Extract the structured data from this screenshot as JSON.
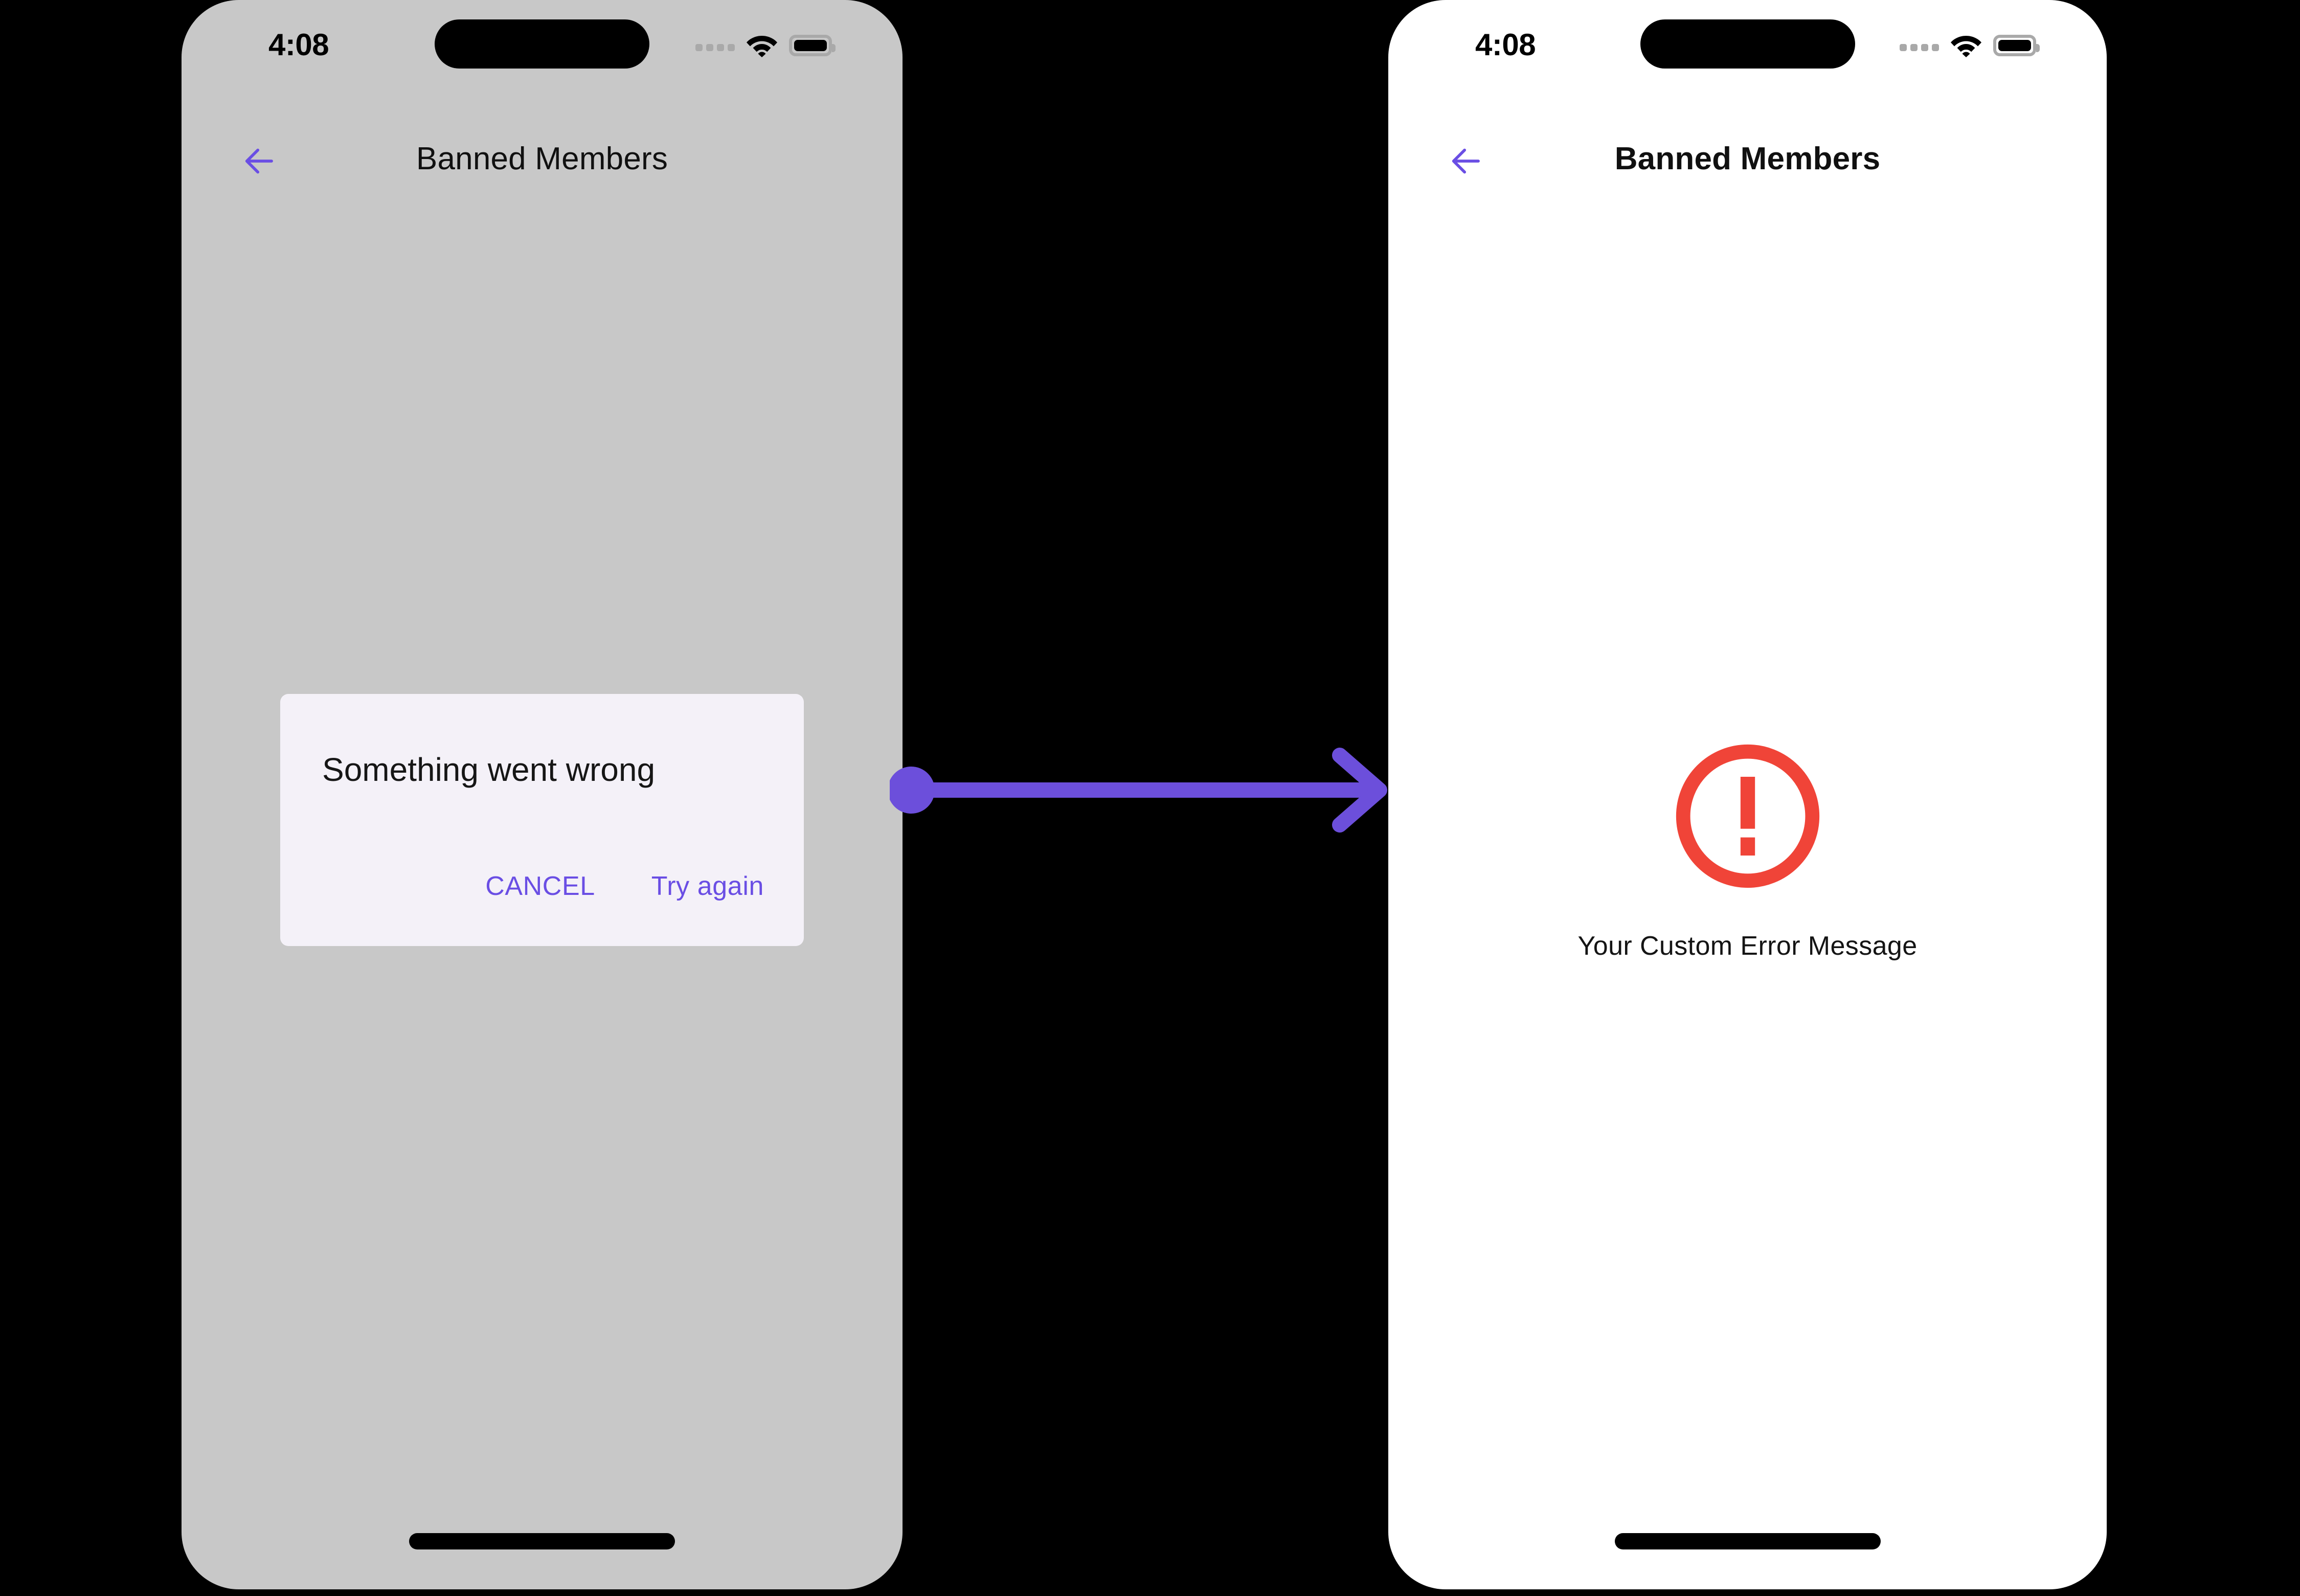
{
  "theme": {
    "accent_purple": "#6a4ee4",
    "connector_purple": "#6c4fdb",
    "error_red": "#f04438",
    "dialog_surface": "#f4f1f8",
    "scrim_screen": "#c8c8c8",
    "screen_white": "#ffffff",
    "backdrop": "#000000"
  },
  "status_bar": {
    "time": "4:08",
    "cellular_icon": "cellular-dots-icon",
    "wifi_icon": "wifi-icon",
    "battery_icon": "battery-full-icon",
    "dynamic_island": "dynamic-island"
  },
  "screens": [
    {
      "id": "dialog-state",
      "nav": {
        "back_icon": "arrow-left-icon",
        "title": "Banned Members"
      },
      "dialog": {
        "title": "Something went wrong",
        "buttons": [
          {
            "label": "CANCEL",
            "name": "cancel-button"
          },
          {
            "label": "Try again",
            "name": "try-again-button"
          }
        ]
      }
    },
    {
      "id": "custom-error-state",
      "nav": {
        "back_icon": "arrow-left-icon",
        "title": "Banned Members"
      },
      "error": {
        "icon": "error-exclamation-circle-icon",
        "message": "Your Custom Error Message"
      }
    }
  ],
  "connector": {
    "name": "flow-arrow",
    "start_marker": "dot",
    "end_marker": "arrowhead"
  }
}
